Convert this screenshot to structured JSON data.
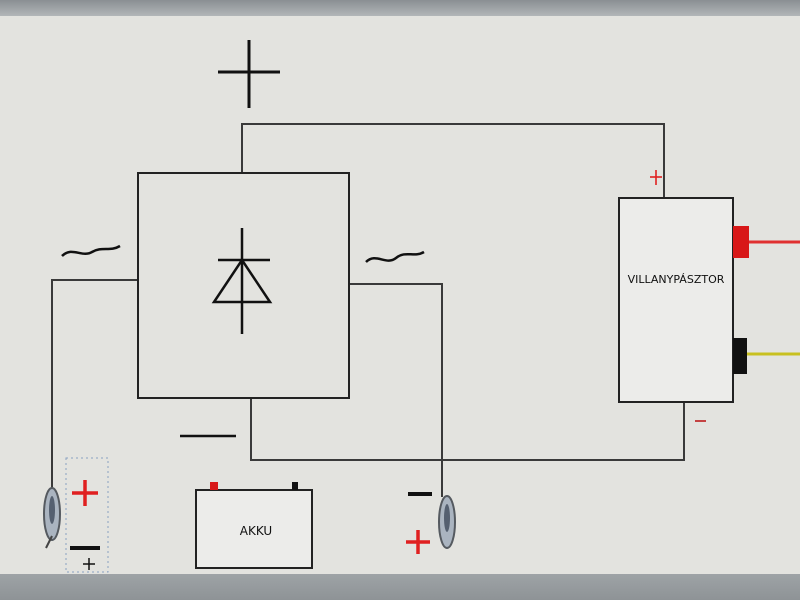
{
  "diagram": {
    "components": {
      "rectifier": {
        "symbol": "diode"
      },
      "fence_energizer": {
        "label": "VILLANYPÁSZTOR"
      },
      "battery": {
        "label": "AKKU"
      }
    },
    "markings": {
      "dc_plus_top": "+",
      "ac_left": "~",
      "ac_right": "~",
      "dc_minus": "—",
      "energizer_plus": "+",
      "energizer_minus": "-",
      "clip_left_plus": "+",
      "clip_left_minus": "—",
      "clip_right_plus": "+",
      "clip_right_minus": "—"
    },
    "colors": {
      "wire": "#3a3a3a",
      "plus_red": "#e02020",
      "terminal_red": "#d81818",
      "terminal_black": "#111111",
      "fence_wire_red": "#e03030",
      "fence_wire_yellow": "#c8c020"
    }
  }
}
